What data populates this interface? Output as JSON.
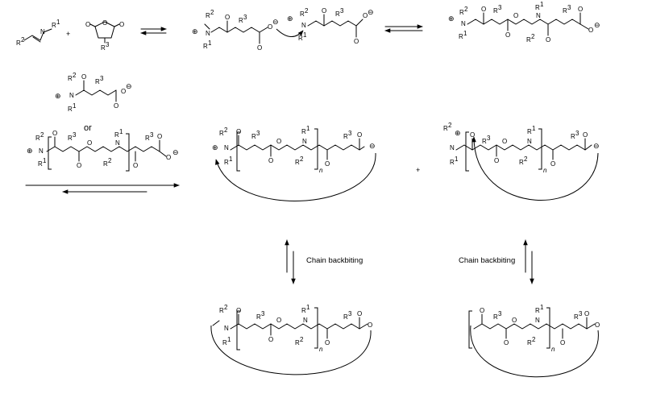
{
  "labels": {
    "or": "or",
    "plus": "+",
    "backbiting_left": "Chain backbiting",
    "backbiting_right": "Chain backbiting",
    "n": "n",
    "plus_charge": "⊕",
    "minus_charge": "⊖"
  },
  "atoms": {
    "N": "N",
    "O": "O",
    "R": "R",
    "sup1": "1",
    "sup2": "2",
    "sup3": "3"
  }
}
